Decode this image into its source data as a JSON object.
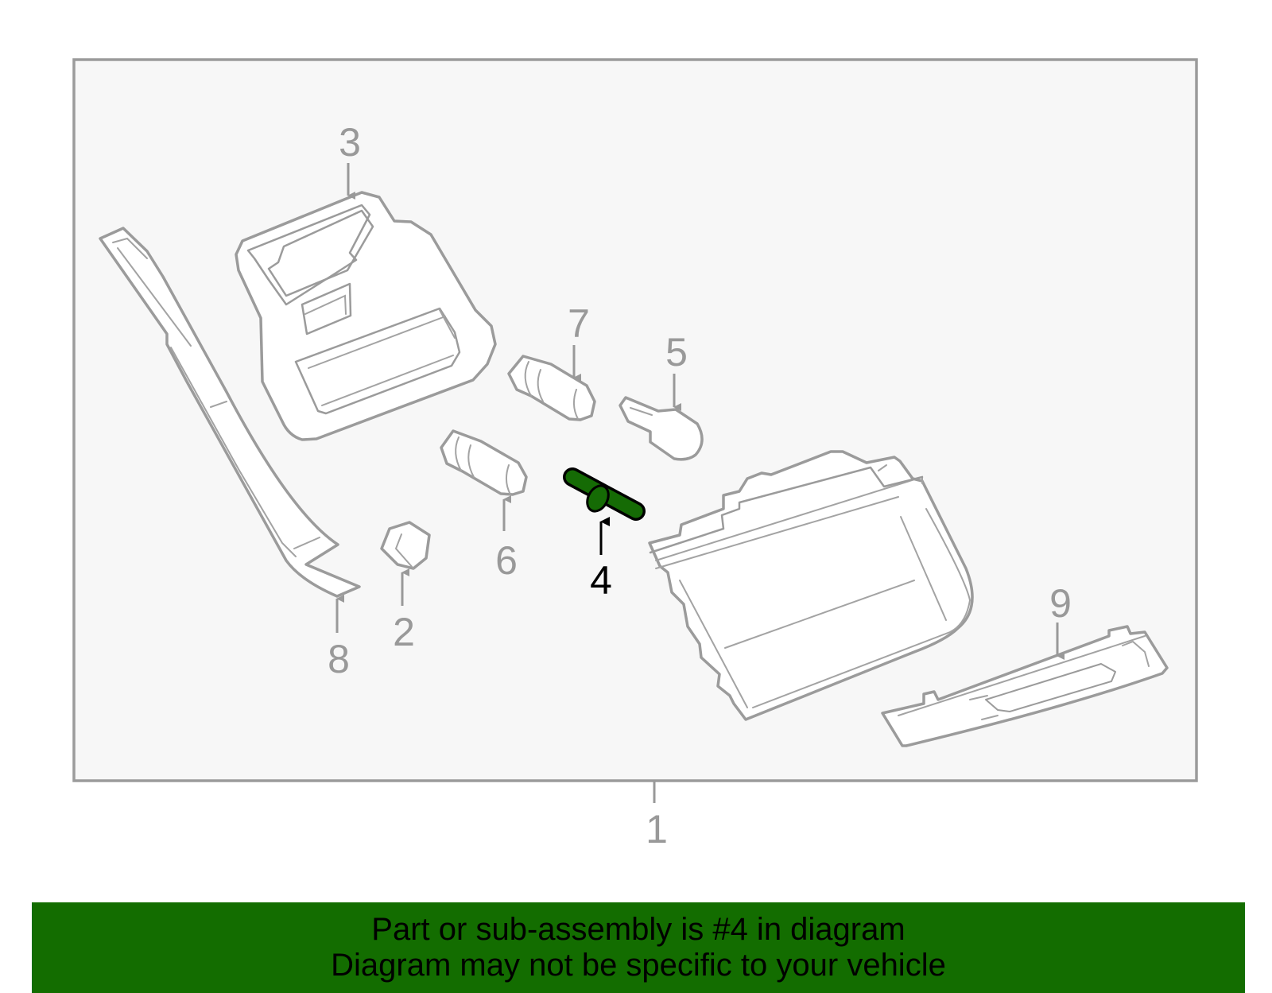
{
  "diagram": {
    "colors": {
      "frame": "#9b9b9b",
      "background": "#f7f7f7",
      "highlight_part": "#156b05",
      "banner": "#136d00"
    },
    "callouts": [
      {
        "id": "1",
        "label": "1"
      },
      {
        "id": "2",
        "label": "2"
      },
      {
        "id": "3",
        "label": "3"
      },
      {
        "id": "4",
        "label": "4",
        "highlighted": true
      },
      {
        "id": "5",
        "label": "5"
      },
      {
        "id": "6",
        "label": "6"
      },
      {
        "id": "7",
        "label": "7"
      },
      {
        "id": "8",
        "label": "8"
      },
      {
        "id": "9",
        "label": "9"
      }
    ]
  },
  "banner": {
    "line1": "Part or sub-assembly is #4 in diagram",
    "line2": "Diagram may not be specific to your vehicle"
  }
}
